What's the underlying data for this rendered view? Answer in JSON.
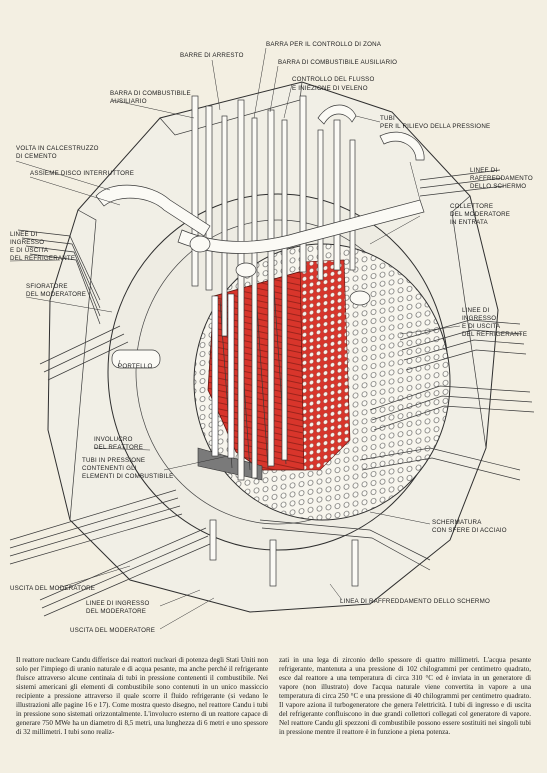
{
  "labels": {
    "barra_arresto": "BARRE DI ARRESTO",
    "barra_controllo_zona": "BARRA PER IL CONTROLLO DI ZONA",
    "barra_combustibile_ausiliario_top": "BARRA DI COMBUSTIBILE AUSILIARIO",
    "controllo_flusso_1": "CONTROLLO DEL FLUSSO",
    "controllo_flusso_2": "E INIEZIONE DI VELENO",
    "barra_combustibile_ausiliario_left_1": "BARRA DI COMBUSTIBILE",
    "barra_combustibile_ausiliario_left_2": "AUSILIARIO",
    "tubi_rilievo_1": "TUBI",
    "tubi_rilievo_2": "PER IL RILIEVO DELLA PRESSIONE",
    "volta_1": "VOLTA IN CALCESTRUZZO",
    "volta_2": "DI CEMENTO",
    "assieme_disco": "ASSIEME DISCO INTERRUTTORE",
    "linee_raffreddamento_schermo_1": "LINEE DI",
    "linee_raffreddamento_schermo_2": "RAFFREDDAMENTO",
    "linee_raffreddamento_schermo_3": "DELLO SCHERMO",
    "collettore_1": "COLLETTORE",
    "collettore_2": "DEL MODERATORE",
    "collettore_3": "IN ENTRATA",
    "linee_ingresso_left_1": "LINEE DI",
    "linee_ingresso_left_2": "INGRESSO",
    "linee_ingresso_left_3": "E DI USCITA",
    "linee_ingresso_left_4": "DEL REFRIGERANTE",
    "sfioratore_1": "SFIORATORE",
    "sfioratore_2": "DEL MODERATORE",
    "linee_ingresso_right_1": "LINEE DI",
    "linee_ingresso_right_2": "INGRESSO",
    "linee_ingresso_right_3": "E DI USCITA",
    "linee_ingresso_right_4": "DEL REFRIGERANTE",
    "portello": "PORTELLO",
    "involucro_1": "INVOLUCRO",
    "involucro_2": "DEL REATTORE",
    "tubi_pressione_1": "TUBI IN PRESSIONE",
    "tubi_pressione_2": "CONTENENTI GLI",
    "tubi_pressione_3": "ELEMENTI DI COMBUSTIBILE",
    "schermatura_1": "SCHERMATURA",
    "schermatura_2": "CON SFERE DI ACCIAIO",
    "uscita_moderatore_left": "USCITA DEL MODERATORE",
    "linea_raffreddamento_schermo": "LINEA DI RAFFREDDAMENTO DELLO SCHERMO",
    "linee_ingresso_moderatore_1": "LINEE DI INGRESSO",
    "linee_ingresso_moderatore_2": "DEL MODERATORE",
    "uscita_moderatore_bottom": "USCITA DEL MODERATORE"
  },
  "colors": {
    "fuel_red": "#d8352b",
    "paper": "#f3efe2",
    "ink": "#2a2a2a"
  },
  "caption": {
    "column1": "Il reattore nucleare Candu differisce dai reattori nucleari di potenza degli Stati Uniti non solo per l'impiego di uranio naturale e di acqua pesante, ma anche perché il refrigerante fluisce attraverso alcune centinaia di tubi in pressione contenenti il combustibile. Nei sistemi americani gli elementi di combustibile sono contenuti in un unico massiccio recipiente a pressione attraverso il quale scorre il fluido refrigerante (si vedano le illustrazioni alle pagine 16 e 17). Come mostra questo disegno, nel reattore Candu i tubi in pressione sono sistemati orizzontalmente. L'involucro esterno di un reattore capace di generare 750 MWe ha un diametro di 8,5 metri, una lunghezza di 6 metri e uno spessore di 32 millimetri. I tubi sono realiz-",
    "column2": "zati in una lega di zirconio dello spessore di quattro millimetri. L'acqua pesante refrigerante, mantenuta a una pressione di 102 chilogrammi per centimetro quadrato, esce dal reattore a una temperatura di circa 310 °C ed è inviata in un generatore di vapore (non illustrato) dove l'acqua naturale viene convertita in vapore a una temperatura di circa 250 °C e una pressione di 40 chilogrammi per centimetro quadrato. Il vapore aziona il turbogeneratore che genera l'elettricità. I tubi di ingresso e di uscita del refrigerante confluiscono in due grandi collettori collegati col generatore di vapore. Nel reattore Candu gli spezzoni di combustibile possono essere sostituiti nei singoli tubi in pressione mentre il reattore è in funzione a piena potenza."
  }
}
